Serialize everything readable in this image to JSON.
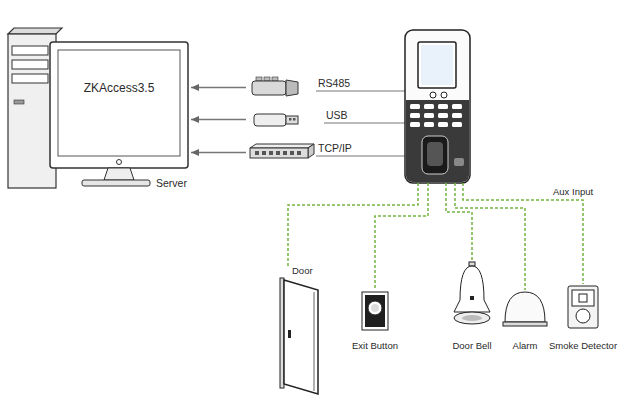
{
  "diagram": {
    "nodes": [
      {
        "text": [
          "ZKAccess3.5",
          "Server"
        ]
      },
      {
        "text": [
          "RS485"
        ]
      },
      {
        "text": [
          "USB"
        ]
      },
      {
        "text": [
          "TCP/IP"
        ]
      },
      {
        "text": [
          "Door"
        ]
      },
      {
        "text": [
          "Exit Button"
        ]
      },
      {
        "text": [
          "Door Bell"
        ]
      },
      {
        "text": [
          "Alarm"
        ]
      },
      {
        "text": [
          "Smoke Detector"
        ]
      }
    ],
    "edges": [
      {
        "from": 1,
        "to": 0,
        "arrow": "to"
      },
      {
        "from": 2,
        "to": 0,
        "arrow": "to"
      },
      {
        "from": 3,
        "to": 0,
        "arrow": "to"
      }
    ],
    "labels": [
      "Aux Input"
    ]
  }
}
